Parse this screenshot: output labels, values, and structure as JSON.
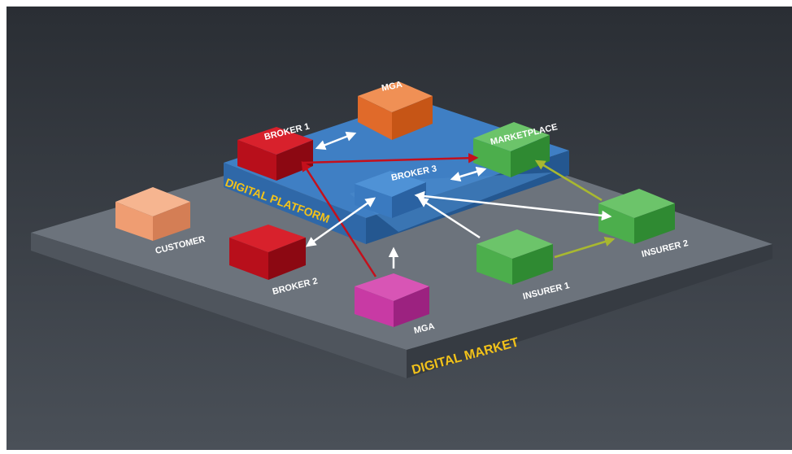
{
  "labels": {
    "mga_top": "MGA",
    "broker1": "BROKER 1",
    "marketplace": "MARKETPLACE",
    "broker3": "BROKER 3",
    "digital_platform": "DIGITAL PLATFORM",
    "customer": "CUSTOMER",
    "broker2": "BROKER 2",
    "mga_bottom": "MGA",
    "insurer1": "INSURER 1",
    "insurer2": "INSURER 2",
    "digital_market": "DIGITAL MARKET"
  },
  "colors": {
    "background_top": "#2b2f35",
    "background_bottom": "#4a5058",
    "market_top": "#6b727b",
    "platform": "#3f7fc4",
    "broker_red": "#c4101c",
    "mga_orange": "#ea7032",
    "marketplace_green": "#4cae4c",
    "customer_peach": "#ef9d72",
    "mga_magenta": "#c83aa4",
    "label_yellow": "#f2c21a",
    "arrow_white": "#ffffff",
    "arrow_red": "#c4101c",
    "arrow_olive": "#a8b830"
  }
}
